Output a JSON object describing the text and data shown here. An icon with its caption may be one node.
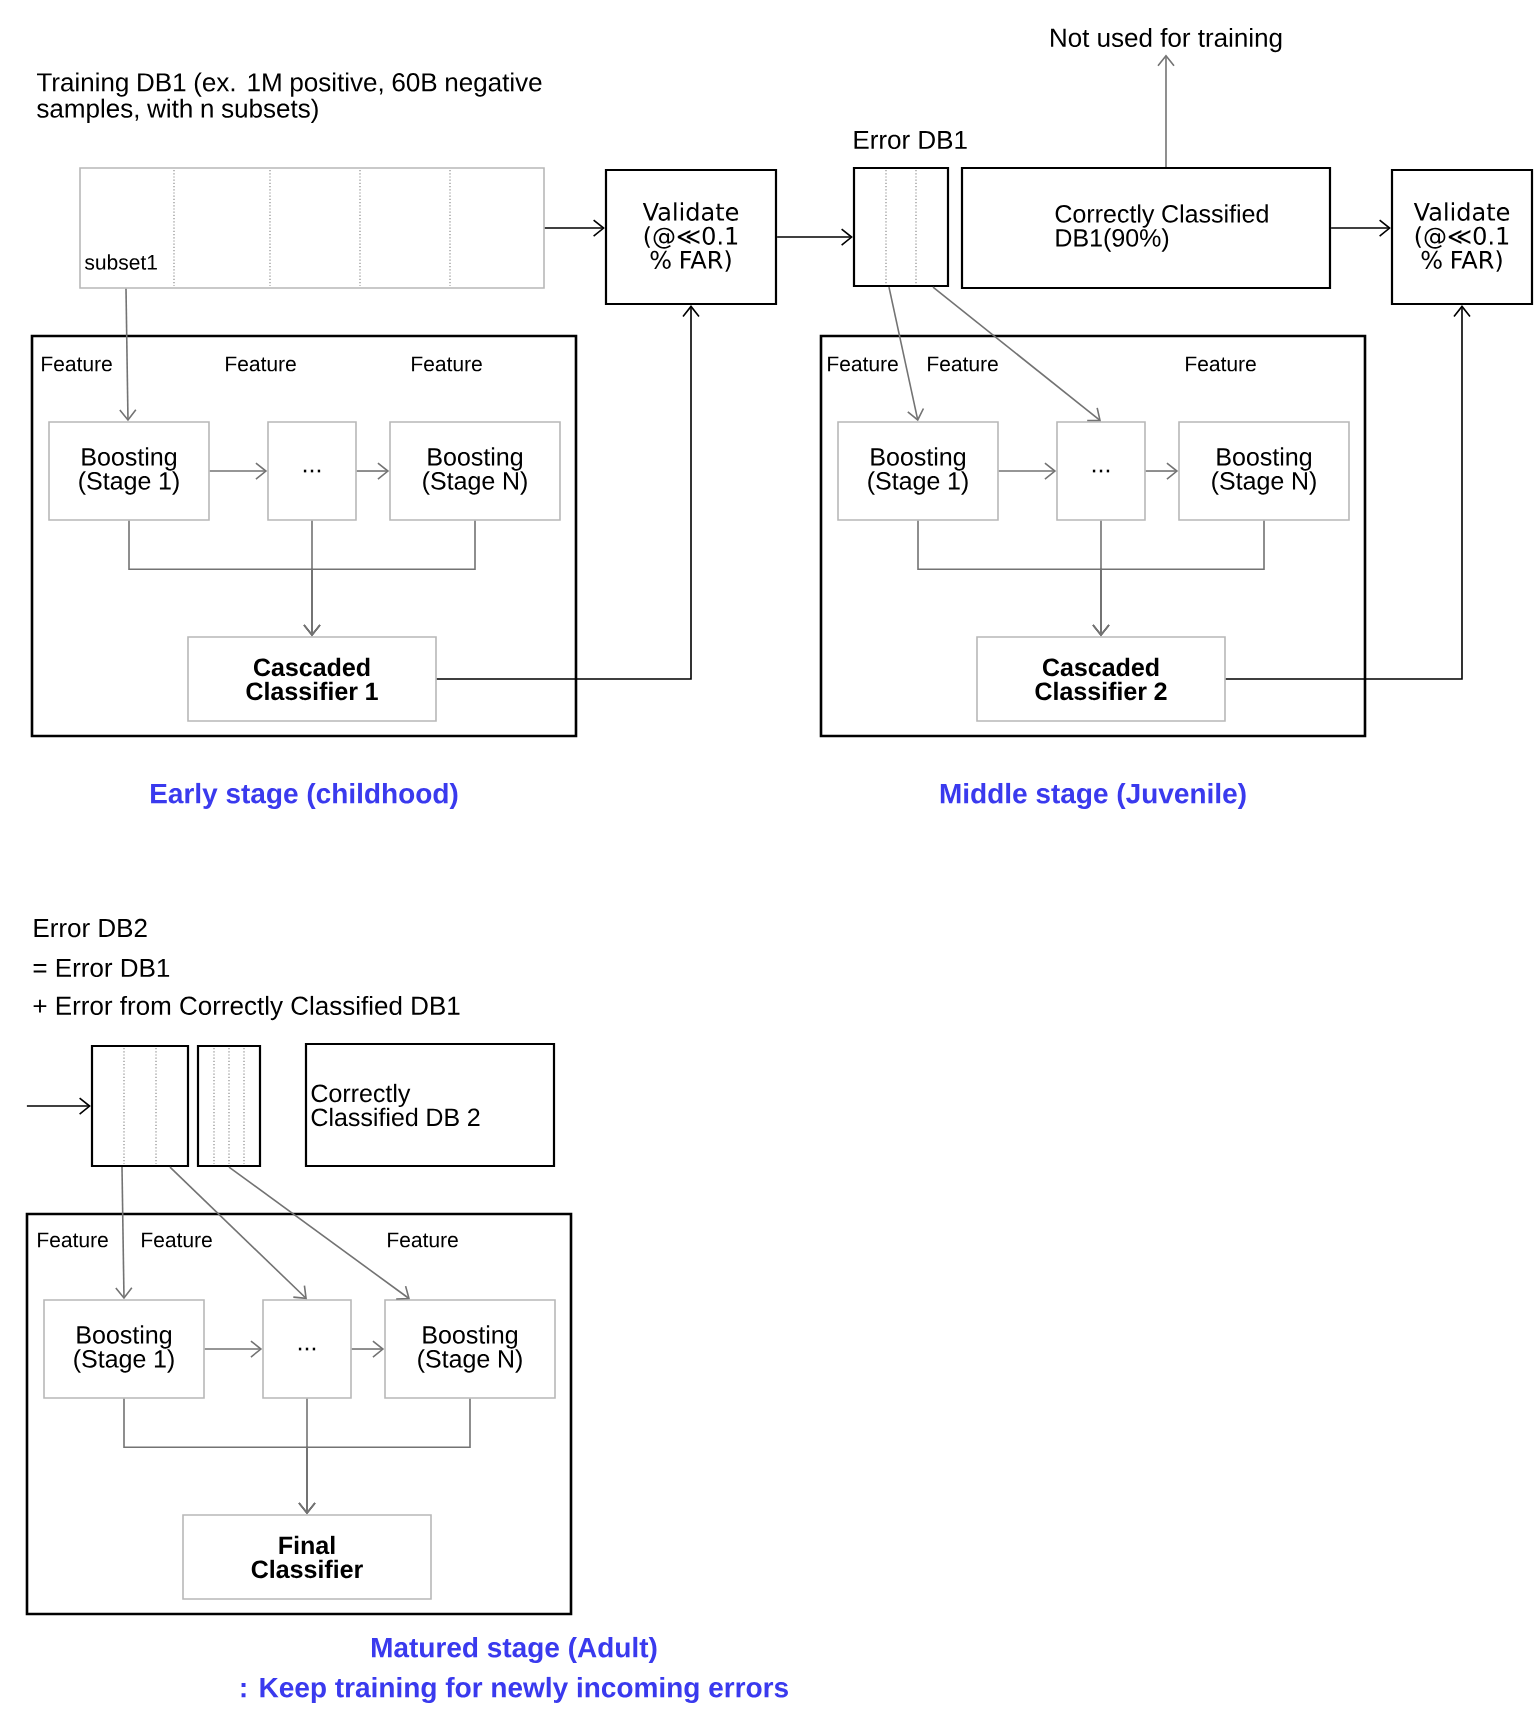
{
  "diagram": {
    "nodes": [
      {
        "text": [
          "Training DB1 (ex. 1M positive, 60B negative samples, with n subsets)",
          "subset1"
        ]
      },
      {
        "text": [
          "Validate (@≪0.1 % FAR)"
        ]
      },
      {
        "text": [],
        "shape": "box",
        "beside": [
          "Early stage (childhood)"
        ]
      },
      {
        "text": [
          "Boosting (Stage 1)"
        ],
        "in": 2
      },
      {
        "text": [
          "..."
        ],
        "in": 2
      },
      {
        "text": [
          "Boosting (Stage N)"
        ],
        "in": 2
      },
      {
        "text": [
          "Cascaded Classifier 1"
        ],
        "in": 2
      },
      {
        "text": [
          "Error DB1"
        ]
      },
      {
        "text": [
          "Correctly Classified DB1(90%)"
        ]
      },
      {
        "text": [
          "Not used for training"
        ]
      },
      {
        "text": [
          "Validate (@≪0.1 % FAR)"
        ]
      },
      {
        "text": [],
        "shape": "box",
        "beside": [
          "Middle stage (Juvenile)"
        ]
      },
      {
        "text": [
          "Boosting (Stage 1)"
        ],
        "in": 11
      },
      {
        "text": [
          "..."
        ],
        "in": 11
      },
      {
        "text": [
          "Boosting (Stage N)"
        ],
        "in": 11
      },
      {
        "text": [
          "Cascaded Classifier 2"
        ],
        "in": 11
      },
      {
        "text": [
          "Error DB2",
          "= Error DB1",
          "+ Error from Correctly Classified DB1"
        ]
      },
      {
        "text": [],
        "shape": "box"
      },
      {
        "text": [
          "Correctly Classified DB 2"
        ]
      },
      {
        "text": [],
        "shape": "box",
        "beside": [
          "Matured stage (Adult)",
          ": Keep training for newly incoming errors"
        ]
      },
      {
        "text": [
          "Boosting (Stage 1)"
        ],
        "in": 19
      },
      {
        "text": [
          "..."
        ],
        "in": 19
      },
      {
        "text": [
          "Boosting (Stage N)"
        ],
        "in": 19
      },
      {
        "text": [
          "Final Classifier"
        ],
        "in": 19
      }
    ],
    "edges": [
      {
        "from": 0,
        "to": 3,
        "arrow": "to"
      },
      {
        "from": 0,
        "to": 1,
        "arrow": "to",
        "color": "#000000"
      },
      {
        "from": 3,
        "to": 4,
        "arrow": "to"
      },
      {
        "from": 4,
        "to": 5,
        "arrow": "to"
      },
      {
        "from": 3,
        "to": 6,
        "arrow": "to"
      },
      {
        "from": 4,
        "to": 6,
        "arrow": "to"
      },
      {
        "from": 5,
        "to": 6,
        "arrow": "to"
      },
      {
        "from": 6,
        "to": 1,
        "arrow": "to",
        "color": "#000000"
      },
      {
        "from": 1,
        "to": 7,
        "arrow": "to",
        "color": "#000000"
      },
      {
        "from": 8,
        "to": 9,
        "arrow": "to"
      },
      {
        "from": 8,
        "to": 10,
        "arrow": "to",
        "color": "#000000"
      },
      {
        "from": 7,
        "to": 12,
        "arrow": "to"
      },
      {
        "from": 7,
        "to": 13,
        "arrow": "to"
      },
      {
        "from": 12,
        "to": 13,
        "arrow": "to"
      },
      {
        "from": 13,
        "to": 14,
        "arrow": "to"
      },
      {
        "from": 12,
        "to": 15,
        "arrow": "to"
      },
      {
        "from": 13,
        "to": 15,
        "arrow": "to"
      },
      {
        "from": 14,
        "to": 15,
        "arrow": "to"
      },
      {
        "from": 15,
        "to": 10,
        "arrow": "to",
        "color": "#000000"
      },
      {
        "from": null,
        "to": 16,
        "arrow": "to",
        "color": "#000000"
      },
      {
        "from": 16,
        "to": 20,
        "arrow": "to"
      },
      {
        "from": 16,
        "to": 21,
        "arrow": "to"
      },
      {
        "from": 17,
        "to": 22,
        "arrow": "to"
      },
      {
        "from": 20,
        "to": 21,
        "arrow": "to"
      },
      {
        "from": 21,
        "to": 22,
        "arrow": "to"
      },
      {
        "from": 20,
        "to": 23,
        "arrow": "to"
      },
      {
        "from": 21,
        "to": 23,
        "arrow": "to"
      },
      {
        "from": 22,
        "to": 23,
        "arrow": "to"
      }
    ],
    "labels": [
      "Feature",
      "Feature",
      "Feature",
      "Feature",
      "Feature",
      "Feature",
      "Feature",
      "Feature",
      "Feature"
    ]
  }
}
